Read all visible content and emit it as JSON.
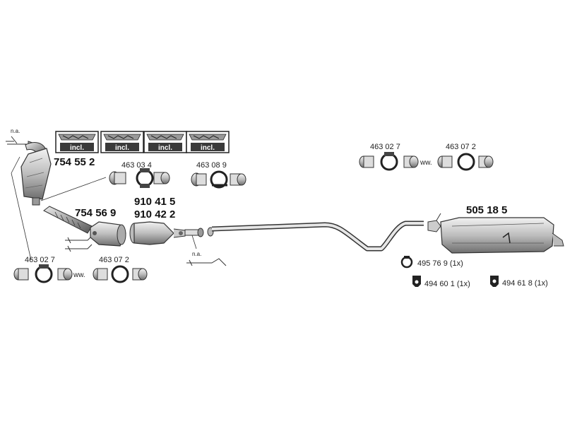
{
  "kits": {
    "label": "incl.",
    "count": 4
  },
  "front_cat": {
    "part": "754 55 2",
    "sensor_note": "n.a."
  },
  "clamps_top_mid": {
    "left": "463 03 4",
    "right": "463 08 9"
  },
  "clamps_bottom_left": {
    "left": "463 02 7",
    "right": "463 07 2",
    "joiner": "ww."
  },
  "clamps_top_right": {
    "left": "463 02 7",
    "right": "463 07 2",
    "joiner": "ww."
  },
  "flex_pipe": {
    "part": "754 56 9"
  },
  "dpf": {
    "part_a": "910 41 5",
    "part_b": "910 42 2",
    "sensor_note": "n.a."
  },
  "rear_silencer": {
    "part": "505 18 5"
  },
  "hardware": [
    {
      "label": "495 76 9 (1x)",
      "icon": "clamp-ring-icon"
    },
    {
      "label": "494 60 1 (1x)",
      "icon": "rubber-hanger-icon"
    },
    {
      "label": "494 61 8 (1x)",
      "icon": "rubber-mount-icon"
    }
  ],
  "colors": {
    "line": "#333333",
    "part_fill": "#d9d9d9",
    "part_dark": "#7a7a7a",
    "kit_fill": "#3a3a3a"
  }
}
